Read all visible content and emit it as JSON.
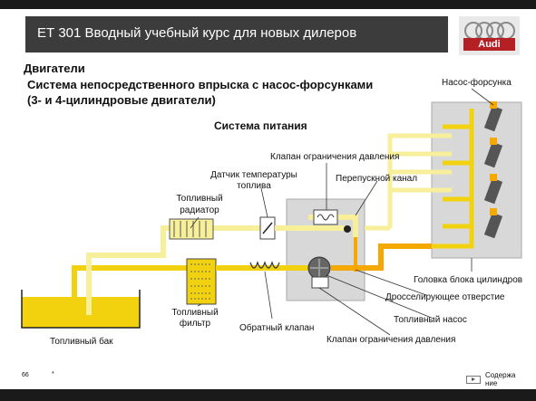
{
  "header": {
    "title": "ЕТ 301 Вводный учебный курс для новых дилеров",
    "logo_text": "Audi"
  },
  "section_title": "Двигатели",
  "subtitle_line1": "Система непосредственного впрыска с насос-форсунками",
  "subtitle_line2": "(3- и 4-цилиндровые двигатели)",
  "diagram_title": "Система питания",
  "labels": {
    "pump_injector": "Насос-форсунка",
    "pressure_limit_valve_top": "Клапан ограничения давления",
    "fuel_temp_sensor_l1": "Датчик температуры",
    "fuel_temp_sensor_l2": "топлива",
    "bypass_channel": "Перепускной канал",
    "fuel_cooler_l1": "Топливный",
    "fuel_cooler_l2": "радиатор",
    "cylinder_head": "Головка блока цилиндров",
    "throttle_orifice": "Дросселирующее отверстие",
    "fuel_filter_l1": "Топливный",
    "fuel_filter_l2": "фильтр",
    "check_valve": "Обратный клапан",
    "fuel_pump": "Топливный насос",
    "fuel_tank": "Топливный бак",
    "pressure_limit_valve_bottom": "Клапан ограничения давления"
  },
  "footer": {
    "page_number": "66",
    "marker": "*",
    "contents_l1": "Содержа",
    "contents_l2": "ние"
  },
  "colors": {
    "fuel_yellow": "#f2d20e",
    "fuel_light": "#f7ef9a",
    "pump_orange": "#f5a800",
    "block_gray": "#d8d8d8",
    "title_bar": "#3c3c3c",
    "audi_red": "#b52025"
  }
}
